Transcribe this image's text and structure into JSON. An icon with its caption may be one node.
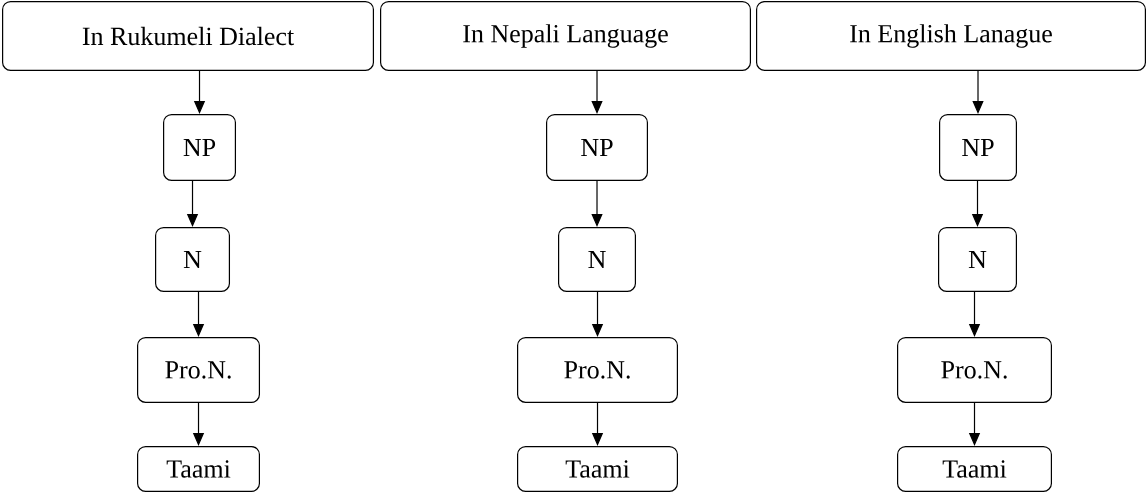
{
  "diagram": {
    "nodes": [
      {
        "text": [
          "In Rukumeli Dialect"
        ]
      },
      {
        "text": [
          "NP"
        ]
      },
      {
        "text": [
          "N"
        ]
      },
      {
        "text": [
          "Pro.N."
        ]
      },
      {
        "text": [
          "Taami"
        ]
      },
      {
        "text": [
          "In Nepali Language"
        ]
      },
      {
        "text": [
          "NP"
        ]
      },
      {
        "text": [
          "N"
        ]
      },
      {
        "text": [
          "Pro.N."
        ]
      },
      {
        "text": [
          "Taami"
        ]
      },
      {
        "text": [
          "In English Lanague"
        ]
      },
      {
        "text": [
          "NP"
        ]
      },
      {
        "text": [
          "N"
        ]
      },
      {
        "text": [
          "Pro.N."
        ]
      },
      {
        "text": [
          "Taami"
        ]
      }
    ],
    "edges": [
      {
        "from": 0,
        "to": 1,
        "arrow": "to"
      },
      {
        "from": 1,
        "to": 2,
        "arrow": "to"
      },
      {
        "from": 2,
        "to": 3,
        "arrow": "to"
      },
      {
        "from": 3,
        "to": 4,
        "arrow": "to"
      },
      {
        "from": 5,
        "to": 6,
        "arrow": "to"
      },
      {
        "from": 6,
        "to": 7,
        "arrow": "to"
      },
      {
        "from": 7,
        "to": 8,
        "arrow": "to"
      },
      {
        "from": 8,
        "to": 9,
        "arrow": "to"
      },
      {
        "from": 10,
        "to": 11,
        "arrow": "to"
      },
      {
        "from": 11,
        "to": 12,
        "arrow": "to"
      },
      {
        "from": 12,
        "to": 13,
        "arrow": "to"
      },
      {
        "from": 13,
        "to": 14,
        "arrow": "to"
      }
    ]
  }
}
